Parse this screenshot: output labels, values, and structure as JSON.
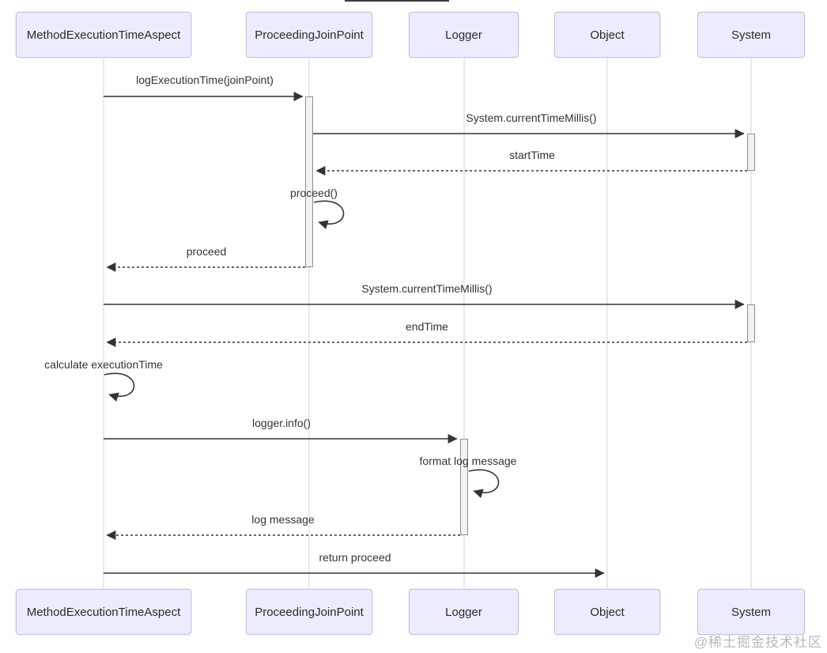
{
  "diagram": {
    "type": "uml-sequence",
    "participants": [
      {
        "name": "MethodExecutionTimeAspect"
      },
      {
        "name": "ProceedingJoinPoint"
      },
      {
        "name": "Logger"
      },
      {
        "name": "Object"
      },
      {
        "name": "System"
      }
    ],
    "messages": [
      {
        "label": "logExecutionTime(joinPoint)",
        "from": "MethodExecutionTimeAspect",
        "to": "ProceedingJoinPoint",
        "style": "solid"
      },
      {
        "label": "System.currentTimeMillis()",
        "from": "ProceedingJoinPoint",
        "to": "System",
        "style": "solid"
      },
      {
        "label": "startTime",
        "from": "System",
        "to": "ProceedingJoinPoint",
        "style": "dashed-return"
      },
      {
        "label": "proceed()",
        "from": "ProceedingJoinPoint",
        "to": "ProceedingJoinPoint",
        "style": "self-loop"
      },
      {
        "label": "proceed",
        "from": "ProceedingJoinPoint",
        "to": "MethodExecutionTimeAspect",
        "style": "dashed-return"
      },
      {
        "label": "System.currentTimeMillis()",
        "from": "MethodExecutionTimeAspect",
        "to": "System",
        "style": "solid"
      },
      {
        "label": "endTime",
        "from": "System",
        "to": "MethodExecutionTimeAspect",
        "style": "dashed-return"
      },
      {
        "label": "calculate executionTime",
        "from": "MethodExecutionTimeAspect",
        "to": "MethodExecutionTimeAspect",
        "style": "self-loop"
      },
      {
        "label": "logger.info()",
        "from": "MethodExecutionTimeAspect",
        "to": "Logger",
        "style": "solid"
      },
      {
        "label": "format log message",
        "from": "Logger",
        "to": "Logger",
        "style": "self-loop"
      },
      {
        "label": "log message",
        "from": "Logger",
        "to": "MethodExecutionTimeAspect",
        "style": "dashed-return"
      },
      {
        "label": "return proceed",
        "from": "MethodExecutionTimeAspect",
        "to": "Object",
        "style": "solid"
      }
    ],
    "colors": {
      "participant_fill": "#ECECFF",
      "participant_border": "#C6C3E3",
      "lifeline": "#D0D0EE",
      "message_line": "#333333",
      "activation_fill": "#F2F2F2",
      "activation_border": "#8F8F8F",
      "watermark": "#B9B9B9"
    },
    "watermark": "@稀土掘金技术社区"
  }
}
